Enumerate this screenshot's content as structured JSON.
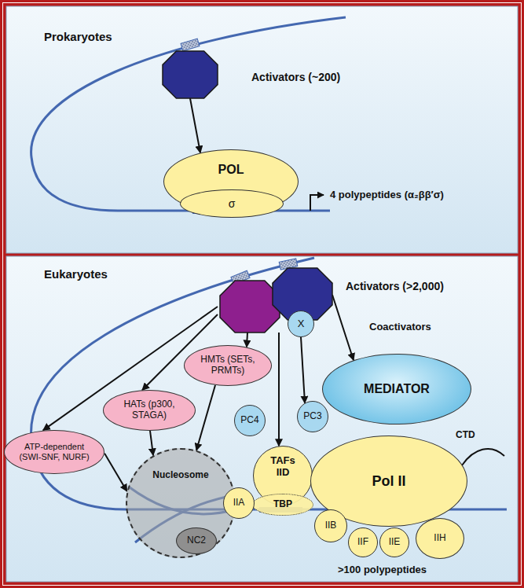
{
  "diagram": {
    "nodes": [
      {
        "text": [
          "Prokaryotes"
        ]
      },
      {
        "text": [
          "Activators (~200)"
        ],
        "in": 0
      },
      {
        "text": [
          "POL"
        ],
        "in": 0
      },
      {
        "text": [
          "σ"
        ],
        "in": 2
      },
      {
        "text": [
          "Eukaryotes"
        ]
      },
      {
        "text": [
          "Activators (>2,000)"
        ],
        "in": 4
      },
      {
        "text": [
          "X"
        ],
        "in": 4
      },
      {
        "text": [
          "ATP-dependent (SWI-SNF, NURF)"
        ],
        "in": 4
      },
      {
        "text": [
          "HATs (p300, STAGA)"
        ],
        "in": 4
      },
      {
        "text": [
          "HMTs (SETs, PRMTs)"
        ],
        "in": 4
      },
      {
        "text": [
          "MEDIATOR"
        ],
        "in": 4
      },
      {
        "text": [
          "PC4"
        ],
        "in": 4
      },
      {
        "text": [
          "PC3"
        ],
        "in": 4
      },
      {
        "text": [
          "Nucleosome"
        ],
        "in": 4
      },
      {
        "text": [
          "NC2"
        ],
        "in": 4
      },
      {
        "text": [
          "TAFs IID"
        ],
        "in": 4
      },
      {
        "text": [
          "TBP"
        ],
        "in": 4
      },
      {
        "text": [
          "IIA"
        ],
        "in": 4
      },
      {
        "text": [
          "Pol II"
        ],
        "in": 4
      },
      {
        "text": [
          "IIB"
        ],
        "in": 4
      },
      {
        "text": [
          "IIF"
        ],
        "in": 4
      },
      {
        "text": [
          "IIE"
        ],
        "in": 4
      },
      {
        "text": [
          "IIH"
        ],
        "in": 4
      }
    ],
    "edges": [
      {
        "from": 1,
        "to": 2,
        "arrow": "to"
      },
      {
        "from": 5,
        "to": 7,
        "arrow": "to"
      },
      {
        "from": 5,
        "to": 8,
        "arrow": "to"
      },
      {
        "from": 5,
        "to": 9,
        "arrow": "to"
      },
      {
        "from": 5,
        "to": 15,
        "arrow": "to"
      },
      {
        "from": 6,
        "to": 12,
        "arrow": "to"
      },
      {
        "from": 5,
        "to": 10,
        "arrow": "to"
      },
      {
        "from": 7,
        "to": 13,
        "arrow": "to"
      },
      {
        "from": 8,
        "to": 13,
        "arrow": "to"
      },
      {
        "from": 9,
        "to": 13,
        "arrow": "to"
      }
    ],
    "labels": [
      "4 polypeptides (α₂ββ′σ)",
      "Coactivators",
      "CTD",
      ">100 polypeptides"
    ]
  }
}
